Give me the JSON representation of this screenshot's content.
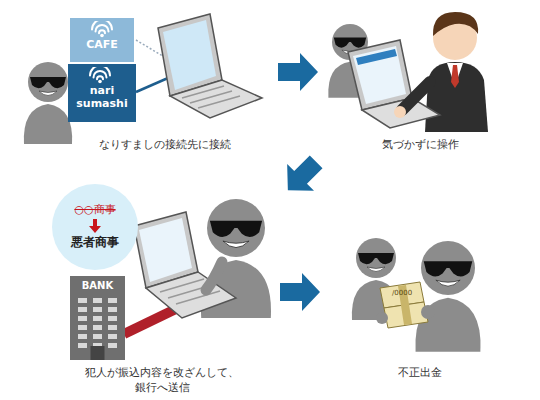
{
  "diagram": {
    "nodes": [
      {
        "text": [
          "CAFE"
        ]
      },
      {
        "text": [
          "nari sumashi"
        ]
      },
      {
        "text": [
          "○○商事",
          "悪者商事"
        ]
      },
      {
        "text": [
          "BANK"
        ]
      }
    ],
    "labels": [
      "なりすましの接続先に接続",
      "気づかずに操作",
      "犯人が振込内容を改ざんして、銀行へ送信",
      "/0000",
      "不正出金"
    ]
  }
}
